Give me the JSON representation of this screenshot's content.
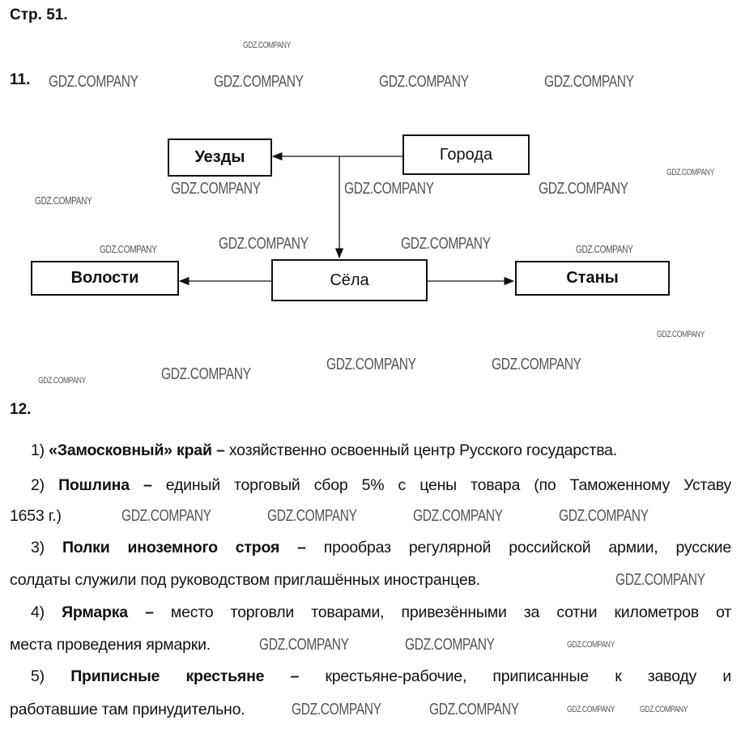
{
  "page_label": "Стр. 51.",
  "task11": {
    "number": "11.",
    "diagram": {
      "nodes": {
        "uezdy": "Уезды",
        "goroda": "Города",
        "volosti": "Волости",
        "sela": "Сёла",
        "stany": "Станы"
      }
    }
  },
  "task12": {
    "number": "12.",
    "items": [
      {
        "num": "1)",
        "term": "«Замосковный» край",
        "dash": " – ",
        "def1": "хозяйственно освоенный центр Русского государства."
      },
      {
        "num": "2)",
        "term": "Пошлина",
        "dash": " – ",
        "def1": "единый торговый сбор 5% с цены товара (по Таможенному Уставу",
        "def2": "1653 г.)"
      },
      {
        "num": "3)",
        "term": "Полки иноземного строя",
        "dash": " – ",
        "def1": "прообраз регулярной российской армии, русские",
        "def2": "солдаты служили под руководством приглашённых иностранцев."
      },
      {
        "num": "4)",
        "term": "Ярмарка",
        "dash": " – ",
        "def1": "место торговли товарами, привезёнными за сотни километров от",
        "def2": "места проведения ярмарки."
      },
      {
        "num": "5)",
        "term": "Приписные крестьяне",
        "dash": " – ",
        "def1": "крестьяне-рабочие, приписанные к заводу и",
        "def2": "работавшие там принудительно."
      }
    ]
  },
  "watermark": "GDZ.COMPANY"
}
